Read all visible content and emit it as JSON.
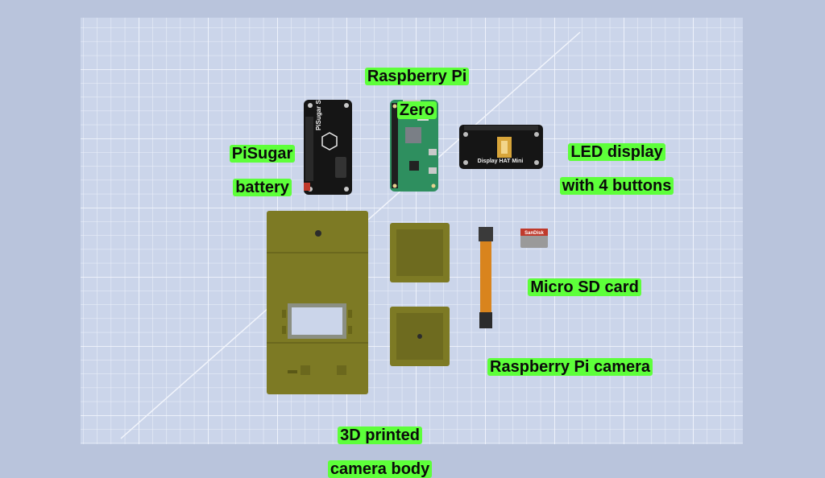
{
  "labels": {
    "pi_zero": [
      "Raspberry Pi",
      "Zero"
    ],
    "pisugar": [
      "PiSugar",
      "battery"
    ],
    "led_display": [
      "LED display",
      "with 4 buttons"
    ],
    "micro_sd": [
      "Micro SD card"
    ],
    "camera": [
      "Raspberry Pi camera"
    ],
    "camera_body": [
      "3D printed",
      "camera body"
    ]
  },
  "printed_text": {
    "pisugar_board": "PiSugar S",
    "display_board": "Display HAT Mini",
    "sd_brand": "SanDisk"
  },
  "colors": {
    "background": "#b9c4dc",
    "mat": "#cbd5ea",
    "grid": "#eef2fb",
    "label_highlight": "#5dff3a",
    "pcb_green": "#2e8f5f",
    "pcb_black": "#151515",
    "printed_olive": "#7d7a24",
    "ribbon_orange": "#d9841d"
  }
}
